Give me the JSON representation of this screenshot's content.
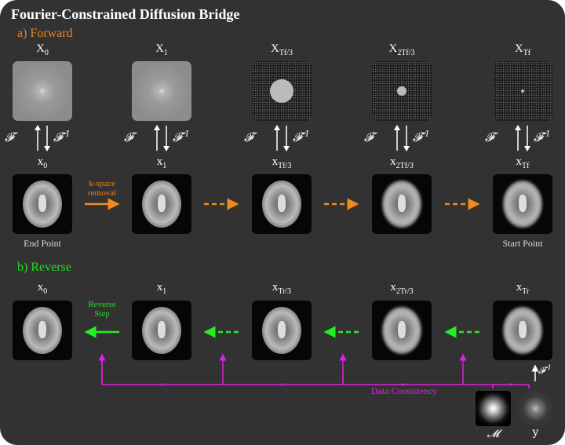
{
  "title": "Fourier-Constrained Diffusion Bridge",
  "forward": {
    "heading": "a) Forward",
    "color": "#e8841c",
    "kspace_labels": [
      {
        "main": "X",
        "sub": "0"
      },
      {
        "main": "X",
        "sub": "1"
      },
      {
        "main": "X",
        "sub": "Tf/3"
      },
      {
        "main": "X",
        "sub": "2Tf/3"
      },
      {
        "main": "X",
        "sub": "Tf"
      }
    ],
    "image_labels": [
      {
        "main": "x",
        "sub": "0"
      },
      {
        "main": "x",
        "sub": "1"
      },
      {
        "main": "x",
        "sub": "Tf/3"
      },
      {
        "main": "x",
        "sub": "2Tf/3"
      },
      {
        "main": "x",
        "sub": "Tf"
      }
    ],
    "fourier": "𝓕",
    "inverse_fourier": "𝓕",
    "inverse_sup": "-1",
    "step_label_1": "k-space",
    "step_label_2": "removal",
    "end_point": "End Point",
    "start_point": "Start Point"
  },
  "reverse": {
    "heading": "b) Reverse",
    "color": "#22dd22",
    "image_labels": [
      {
        "main": "x",
        "sub": "0"
      },
      {
        "main": "x",
        "sub": "1"
      },
      {
        "main": "x",
        "sub": "Tr/3"
      },
      {
        "main": "x",
        "sub": "2Tr/3"
      },
      {
        "main": "x",
        "sub": "Tr"
      }
    ],
    "step_label_1": "Reverse",
    "step_label_2": "Step"
  },
  "consistency": {
    "label": "Data Consistency",
    "color": "#e020e0",
    "mask_label": "𝓜",
    "y_label": "y",
    "inverse_fourier": "𝓕",
    "inverse_sup": "-1"
  }
}
